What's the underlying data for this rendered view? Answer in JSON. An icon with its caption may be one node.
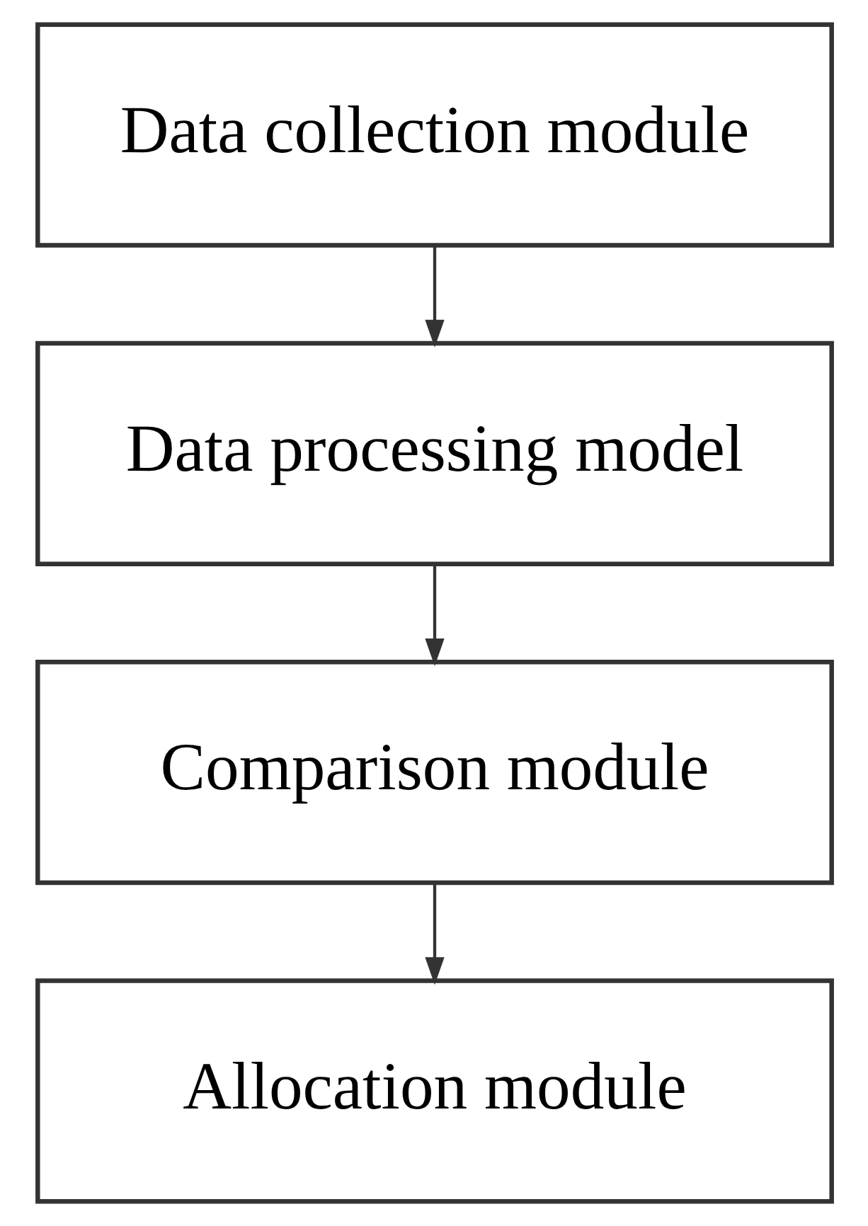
{
  "diagram": {
    "nodes": [
      {
        "text": [
          "Data collection module"
        ]
      },
      {
        "text": [
          "Data processing model"
        ]
      },
      {
        "text": [
          "Comparison module"
        ]
      },
      {
        "text": [
          "Allocation module"
        ]
      }
    ],
    "edges": [
      {
        "from": 0,
        "to": 1,
        "arrow": "to"
      },
      {
        "from": 1,
        "to": 2,
        "arrow": "to"
      },
      {
        "from": 2,
        "to": 3,
        "arrow": "to"
      }
    ]
  }
}
